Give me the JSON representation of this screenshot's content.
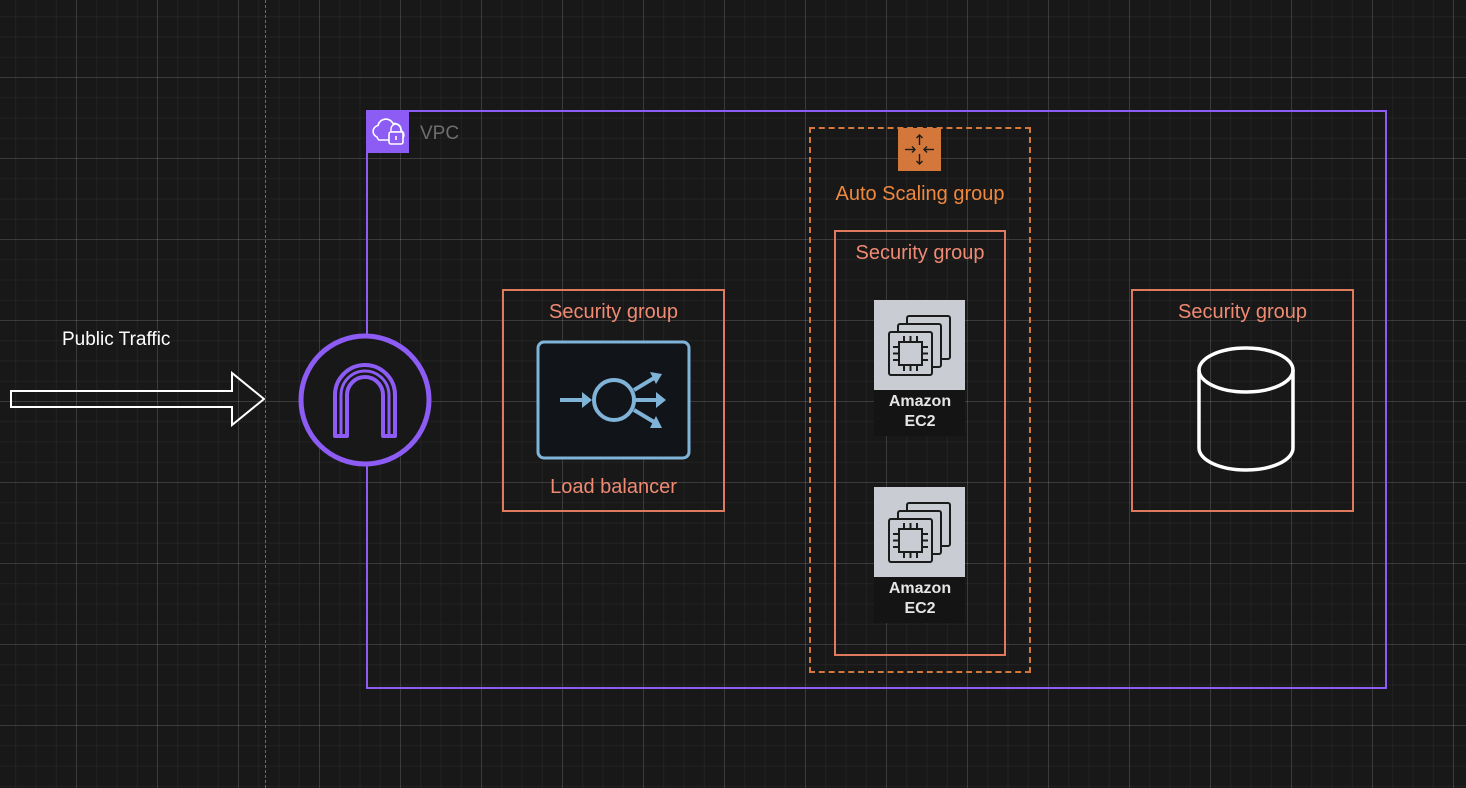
{
  "traffic": {
    "label": "Public Traffic"
  },
  "vpc": {
    "label": "VPC"
  },
  "auto_scaling": {
    "label": "Auto Scaling group"
  },
  "security_groups": {
    "lb": "Security group",
    "asg": "Security group",
    "db": "Security group"
  },
  "load_balancer": {
    "label": "Load balancer"
  },
  "ec2_instances": [
    {
      "line1": "Amazon",
      "line2": "EC2"
    },
    {
      "line1": "Amazon",
      "line2": "EC2"
    }
  ],
  "colors": {
    "vpc": "#8c5cf5",
    "security_group": "#e07a5f",
    "auto_scaling": "#d4773a",
    "load_balancer": "#7fb4d8"
  }
}
